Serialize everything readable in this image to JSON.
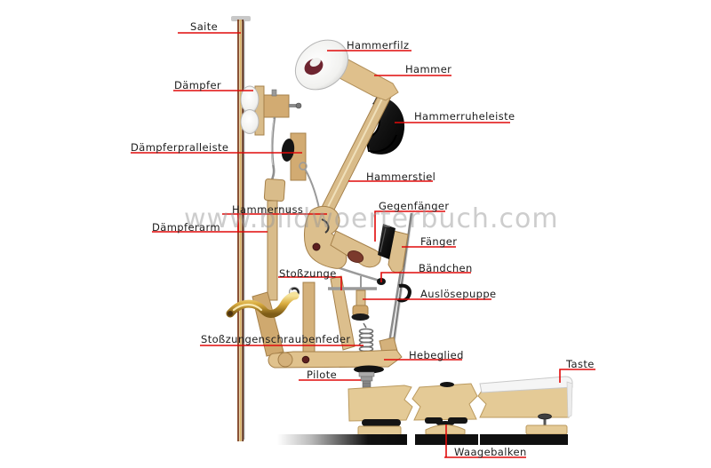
{
  "watermark": "www.bildwoerterbuch.com",
  "labels": {
    "saite": "Saite",
    "hammerfilz": "Hammerfilz",
    "hammer": "Hammer",
    "daempfer": "Dämpfer",
    "hammerruheleiste": "Hammerruheleiste",
    "daempferpralleiste": "Dämpferpralleiste",
    "hammerstiel": "Hammerstiel",
    "hammernuss": "Hammernuss",
    "gegenfaenger": "Gegenfänger",
    "daempferarm": "Dämpferarm",
    "faenger": "Fänger",
    "baendchen": "Bändchen",
    "stosszunge": "Stoßzunge",
    "ausloesepuppe": "Auslösepuppe",
    "stosszungenschraubenfeder": "Stoßzungenschraubenfeder",
    "hebeglied": "Hebeglied",
    "pilote": "Pilote",
    "taste": "Taste",
    "waagebalken": "Waagebalken"
  },
  "colors": {
    "background": "#ffffff",
    "leader_red": "#e10a0a",
    "label_text": "#1c1c1c",
    "wood_tan": "#ddbf8b",
    "wood_dark_tan": "#cfa76b",
    "wood_stroke": "#a5804a",
    "key_wood": "#e4ca96",
    "felt_white": "#f6f6f4",
    "hammer_core_maroon": "#6e2530",
    "black_parts": "#141414",
    "metal_gray": "#9a9a9a",
    "brass_gold": "#d8ab3e",
    "string_brown": "#7d3f1f",
    "watermark_gray": "#969696"
  }
}
